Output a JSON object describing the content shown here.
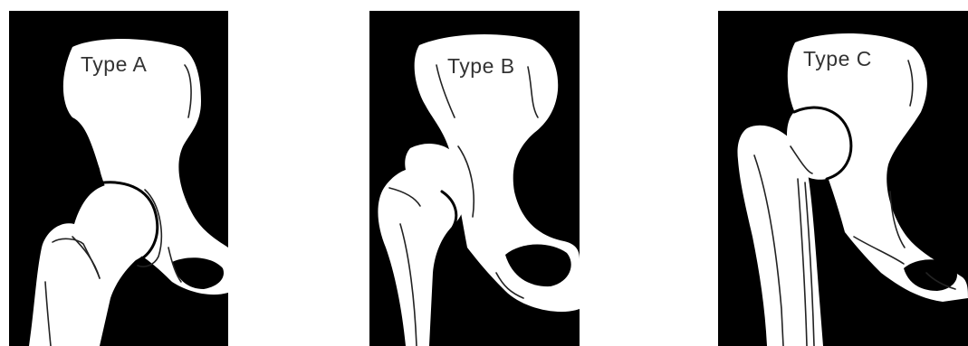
{
  "panels": [
    {
      "label": "Type A"
    },
    {
      "label": "Type B"
    },
    {
      "label": "Type C"
    }
  ],
  "colors": {
    "background": "#000000",
    "bone": "#ffffff",
    "label": "#333333"
  }
}
